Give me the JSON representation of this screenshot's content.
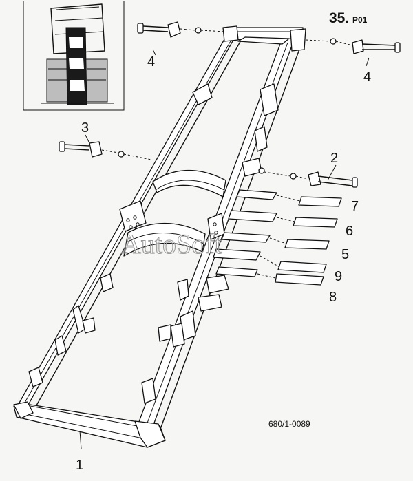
{
  "page_number": {
    "main": "35.",
    "suffix": "P01"
  },
  "drawing_code": "680/1-0089",
  "watermark": "AutoSoft",
  "callouts": [
    {
      "id": "1",
      "text": "1"
    },
    {
      "id": "2",
      "text": "2"
    },
    {
      "id": "3",
      "text": "3"
    },
    {
      "id": "4a",
      "text": "4"
    },
    {
      "id": "4b",
      "text": "4"
    },
    {
      "id": "5",
      "text": "5"
    },
    {
      "id": "6",
      "text": "6"
    },
    {
      "id": "7",
      "text": "7"
    },
    {
      "id": "8",
      "text": "8"
    },
    {
      "id": "9",
      "text": "9"
    }
  ]
}
